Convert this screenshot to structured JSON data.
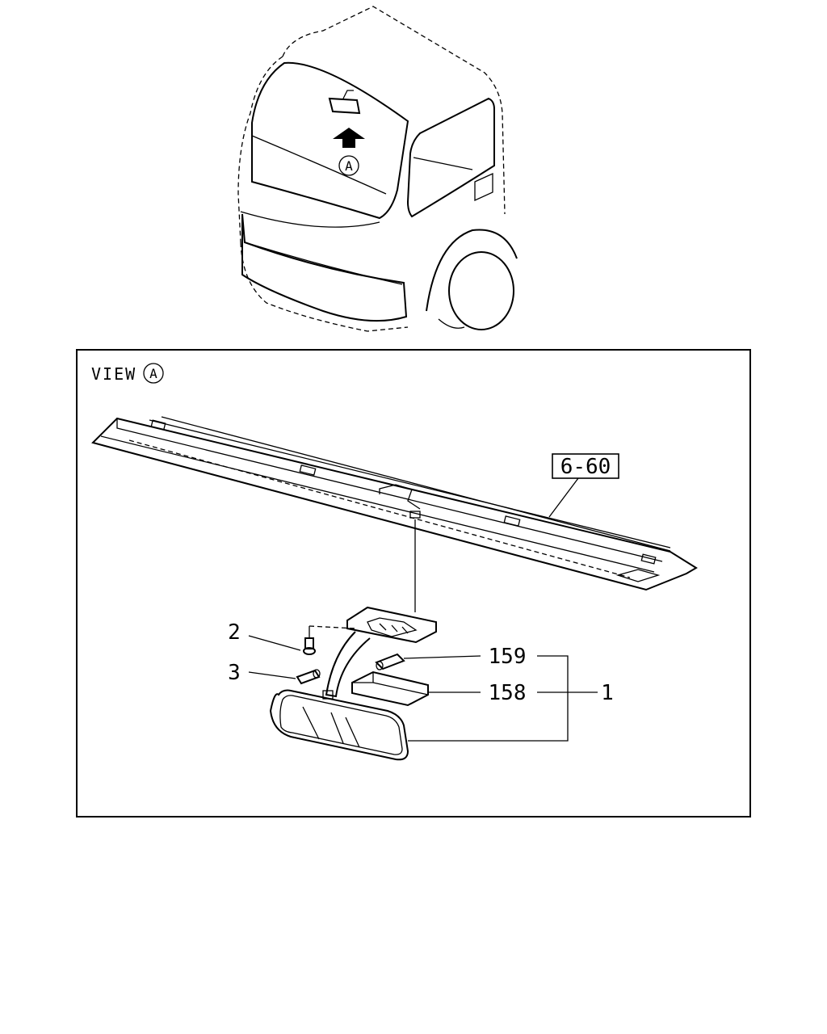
{
  "view_label": "VIEW",
  "view_marker": "A",
  "cab_marker": "A",
  "reference": "6-60",
  "callouts": {
    "c2": "2",
    "c3": "3",
    "c159": "159",
    "c158": "158",
    "c1": "1"
  }
}
